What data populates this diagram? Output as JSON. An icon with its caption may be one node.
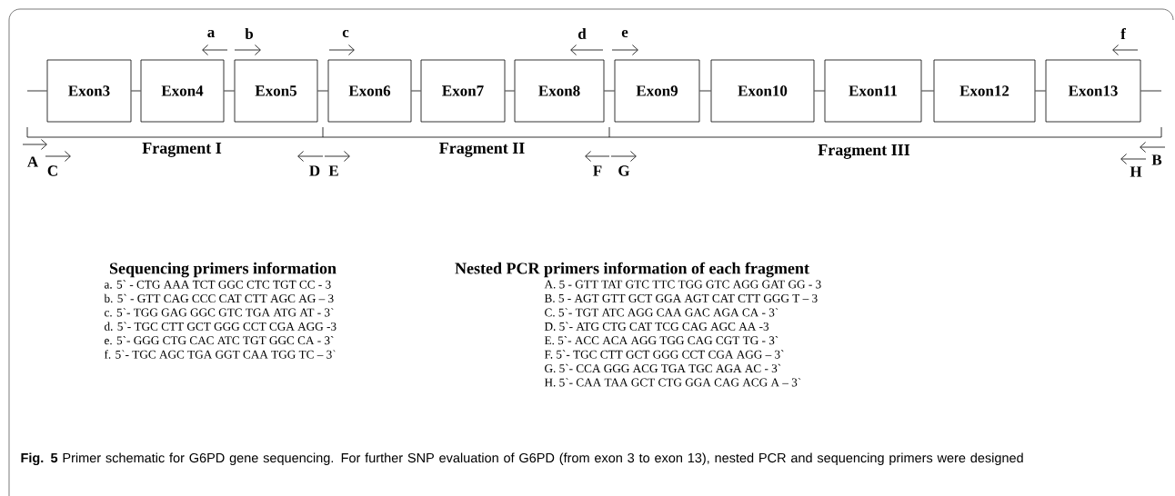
{
  "diagram": {
    "caption": "**Fig. 5** Primer schematic for G6PD gene sequencing. For further SNP evaluation of G6PD (from exon 3 to exon 13), nested PCR and sequencing primers were designed",
    "nodes": [
      {
        "text": [
          "Exon3"
        ]
      },
      {
        "text": [
          "Exon4"
        ]
      },
      {
        "text": [
          "Exon5"
        ]
      },
      {
        "text": [
          "Exon6"
        ]
      },
      {
        "text": [
          "Exon7"
        ]
      },
      {
        "text": [
          "Exon8"
        ]
      },
      {
        "text": [
          "Exon9"
        ]
      },
      {
        "text": [
          "Exon10"
        ]
      },
      {
        "text": [
          "Exon11"
        ]
      },
      {
        "text": [
          "Exon12"
        ]
      },
      {
        "text": [
          "Exon13"
        ]
      }
    ],
    "edges": [
      {
        "from": null,
        "to": 0,
        "arrow": "none"
      },
      {
        "from": 0,
        "to": 1,
        "arrow": "none"
      },
      {
        "from": 1,
        "to": 2,
        "arrow": "none"
      },
      {
        "from": 2,
        "to": 3,
        "arrow": "none"
      },
      {
        "from": 3,
        "to": 4,
        "arrow": "none"
      },
      {
        "from": 4,
        "to": 5,
        "arrow": "none"
      },
      {
        "from": 5,
        "to": 6,
        "arrow": "none"
      },
      {
        "from": 6,
        "to": 7,
        "arrow": "none"
      },
      {
        "from": 7,
        "to": 8,
        "arrow": "none"
      },
      {
        "from": 8,
        "to": 9,
        "arrow": "none"
      },
      {
        "from": 9,
        "to": 10,
        "arrow": "none"
      },
      {
        "from": 10,
        "to": null,
        "arrow": "none"
      }
    ],
    "labels": [
      "a",
      "b",
      "c",
      "d",
      "e",
      "f",
      "Fragment I",
      "Fragment II",
      "Fragment III",
      "A",
      "C",
      "D",
      "E",
      "F",
      "G",
      "H",
      "B",
      "Sequencing primers information",
      "a. 5` - CTG AAA TCT GGC CTC TGT CC - 3",
      "b. 5` - GTT CAG CCC CAT CTT AGC AG – 3",
      "c. 5`- TGG GAG GGC GTC TGA ATG AT - 3`",
      "d. 5`- TGC CTT GCT GGG CCT CGA AGG -3",
      "e. 5`- GGG CTG CAC ATC TGT GGC CA - 3`",
      "f. 5`- TGC AGC TGA GGT CAA TGG TC – 3`",
      "Nested PCR primers information of each fragment",
      "A. 5 - GTT TAT GTC TTC TGG GTC AGG GAT GG - 3",
      "B. 5 - AGT GTT GCT GGA AGT CAT CTT GGG T – 3",
      "C. 5`- TGT ATC AGG CAA GAC AGA CA - 3`",
      "D. 5`- ATG CTG CAT TCG CAG AGC AA -3",
      "E. 5`- ACC ACA AGG TGG CAG CGT TG - 3`",
      "F. 5`- TGC CTT GCT GGG CCT CGA AGG – 3`",
      "G. 5`- CCA GGG ACG TGA TGC AGA AC - 3`",
      "H. 5`- CAA TAA GCT CTG GGA CAG ACG A – 3`"
    ]
  }
}
